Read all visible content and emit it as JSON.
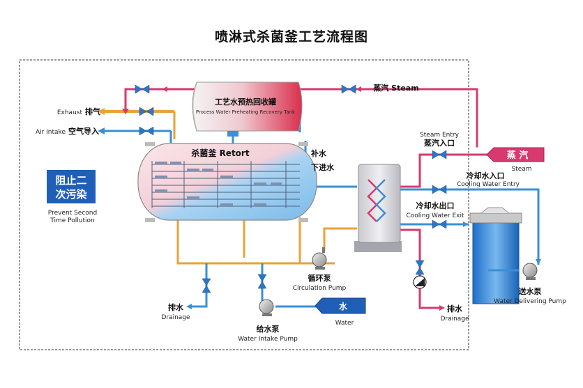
{
  "title": "喷淋式杀菌釜工艺流程图",
  "tank": {
    "label_cn": "工艺水预热回收罐",
    "label_en": "Process Water Preheating Recovery Tank"
  },
  "retort": {
    "label": "杀菌釜 Retort"
  },
  "steam_line": {
    "label": "蒸汽 Steam"
  },
  "exhaust": {
    "label_en": "Exhaust",
    "label_cn": "排气"
  },
  "air_intake": {
    "label_en": "Air Intake",
    "label_cn": "空气导入"
  },
  "makeup_water": {
    "line1": "补水",
    "line2": "下进水"
  },
  "prevent_box": {
    "line1": "阻止二",
    "line2": "次污染"
  },
  "prevent_caption": {
    "line1": "Prevent Second",
    "line2": "Time Pollution"
  },
  "steam_entry": {
    "label_en": "Steam Entry",
    "label_cn": "蒸汽入口"
  },
  "steam_source": {
    "label_cn": "蒸  汽",
    "label_en": "Steam"
  },
  "cooling_entry": {
    "label_cn": "冷却水入口",
    "label_en": "Cooling Water Entry"
  },
  "cooling_exit": {
    "label_cn": "冷却水出口",
    "label_en": "Cooling Water Exit"
  },
  "circulation_pump": {
    "label_cn": "循环泵",
    "label_en": "Circulation Pump"
  },
  "drainage_left": {
    "label_cn": "排水",
    "label_en": "Drainage"
  },
  "drainage_right": {
    "label_cn": "排水",
    "label_en": "Drainage"
  },
  "water_intake_pump": {
    "label_cn": "给水泵",
    "label_en": "Water Intake Pump"
  },
  "water_source": {
    "label_cn": "水",
    "label_en": "Water"
  },
  "delivering_pump": {
    "label_cn": "送水泵",
    "label_en": "Water Delivering Pump"
  },
  "colors": {
    "steam_pipe": "#d63a6e",
    "water_pipe": "#3a8fd6",
    "hot_pipe": "#e8a23a",
    "valve": "#2a77c7",
    "box_blue": "#1f5fb8",
    "border": "#333333"
  }
}
